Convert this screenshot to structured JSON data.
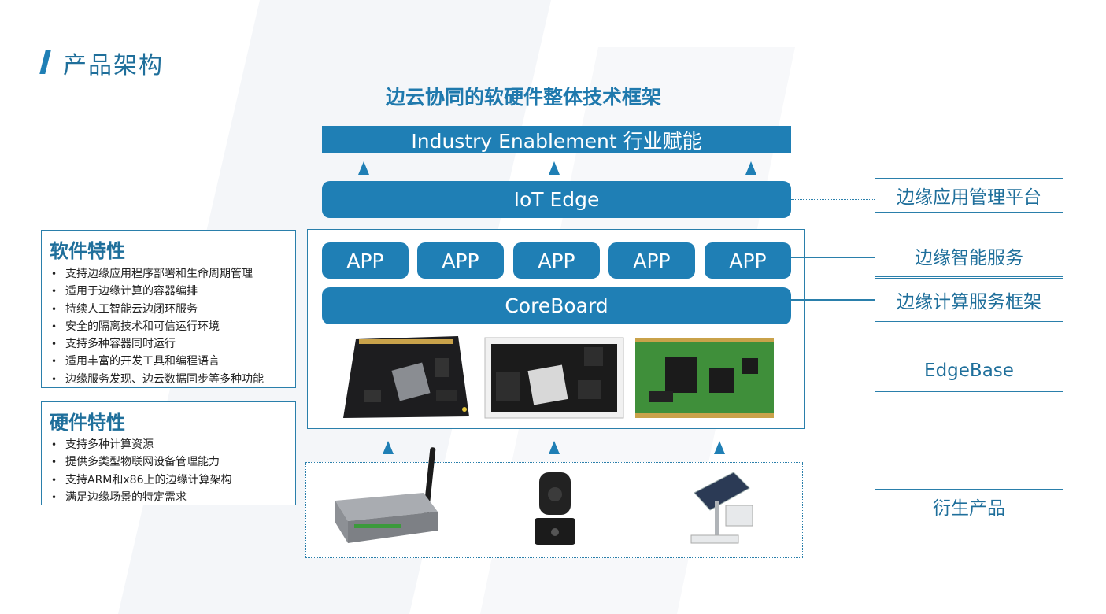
{
  "page_title": "产品架构",
  "diagram_title": "边云协同的软硬件整体技术框架",
  "layers": {
    "industry": "Industry Enablement 行业赋能",
    "iot_edge": "IoT Edge",
    "apps": [
      "APP",
      "APP",
      "APP",
      "APP",
      "APP"
    ],
    "coreboard": "CoreBoard"
  },
  "side_labels": {
    "edge_app_mgmt": "边缘应用管理平台",
    "edge_ai_service": "边缘智能服务",
    "edge_compute_framework": "边缘计算服务框架",
    "edgebase": "EdgeBase",
    "derived_products": "衍生产品"
  },
  "software": {
    "title": "软件特性",
    "items": [
      "支持边缘应用程序部署和生命周期管理",
      "适用于边缘计算的容器编排",
      "持续人工智能云边闭环服务",
      "安全的隔离技术和可信运行环境",
      "支持多种容器同时运行",
      "适用丰富的开发工具和编程语言",
      "边缘服务发现、边云数据同步等多种功能"
    ]
  },
  "hardware": {
    "title": "硬件特性",
    "items": [
      "支持多种计算资源",
      "提供多类型物联网设备管理能力",
      "支持ARM和x86上的边缘计算架构",
      "满足边缘场景的特定需求"
    ]
  },
  "colors": {
    "primary": "#1f7fb5",
    "title_text": "#1f6f9b",
    "border": "#2a7fab"
  },
  "icons": {
    "boards": [
      "coreboard-black-pcb",
      "coreboard-white-module",
      "coreboard-green-pcb"
    ],
    "devices": [
      "gateway-device",
      "ptz-camera",
      "solar-sensor-station"
    ]
  }
}
